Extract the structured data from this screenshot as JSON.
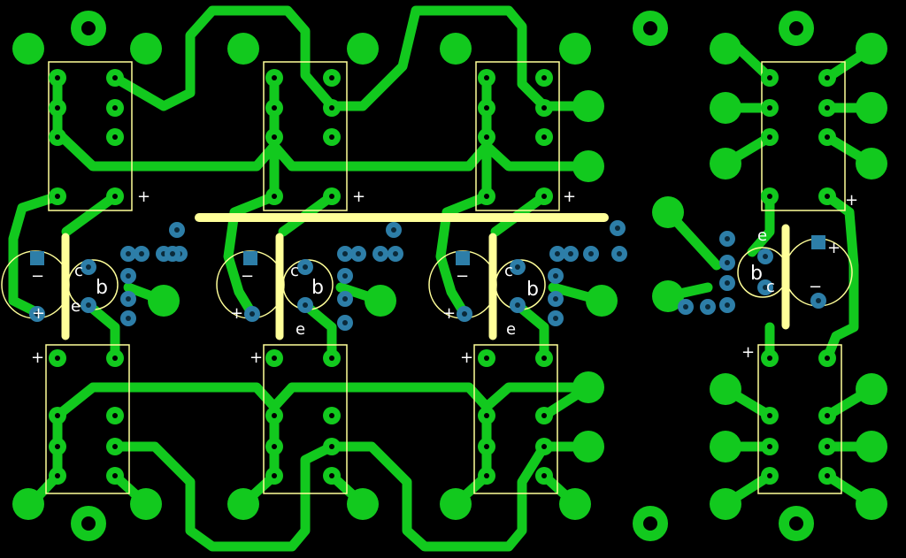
{
  "board": {
    "background_color": "#000000",
    "trace_color": "#12c91e",
    "silkscreen_color": "#ffff99",
    "via_color": "#2d7ea8",
    "wire_color": "#ffff99"
  },
  "labels": {
    "plus": "+",
    "minus": "−",
    "collector": "c",
    "base": "b",
    "emitter": "e"
  }
}
